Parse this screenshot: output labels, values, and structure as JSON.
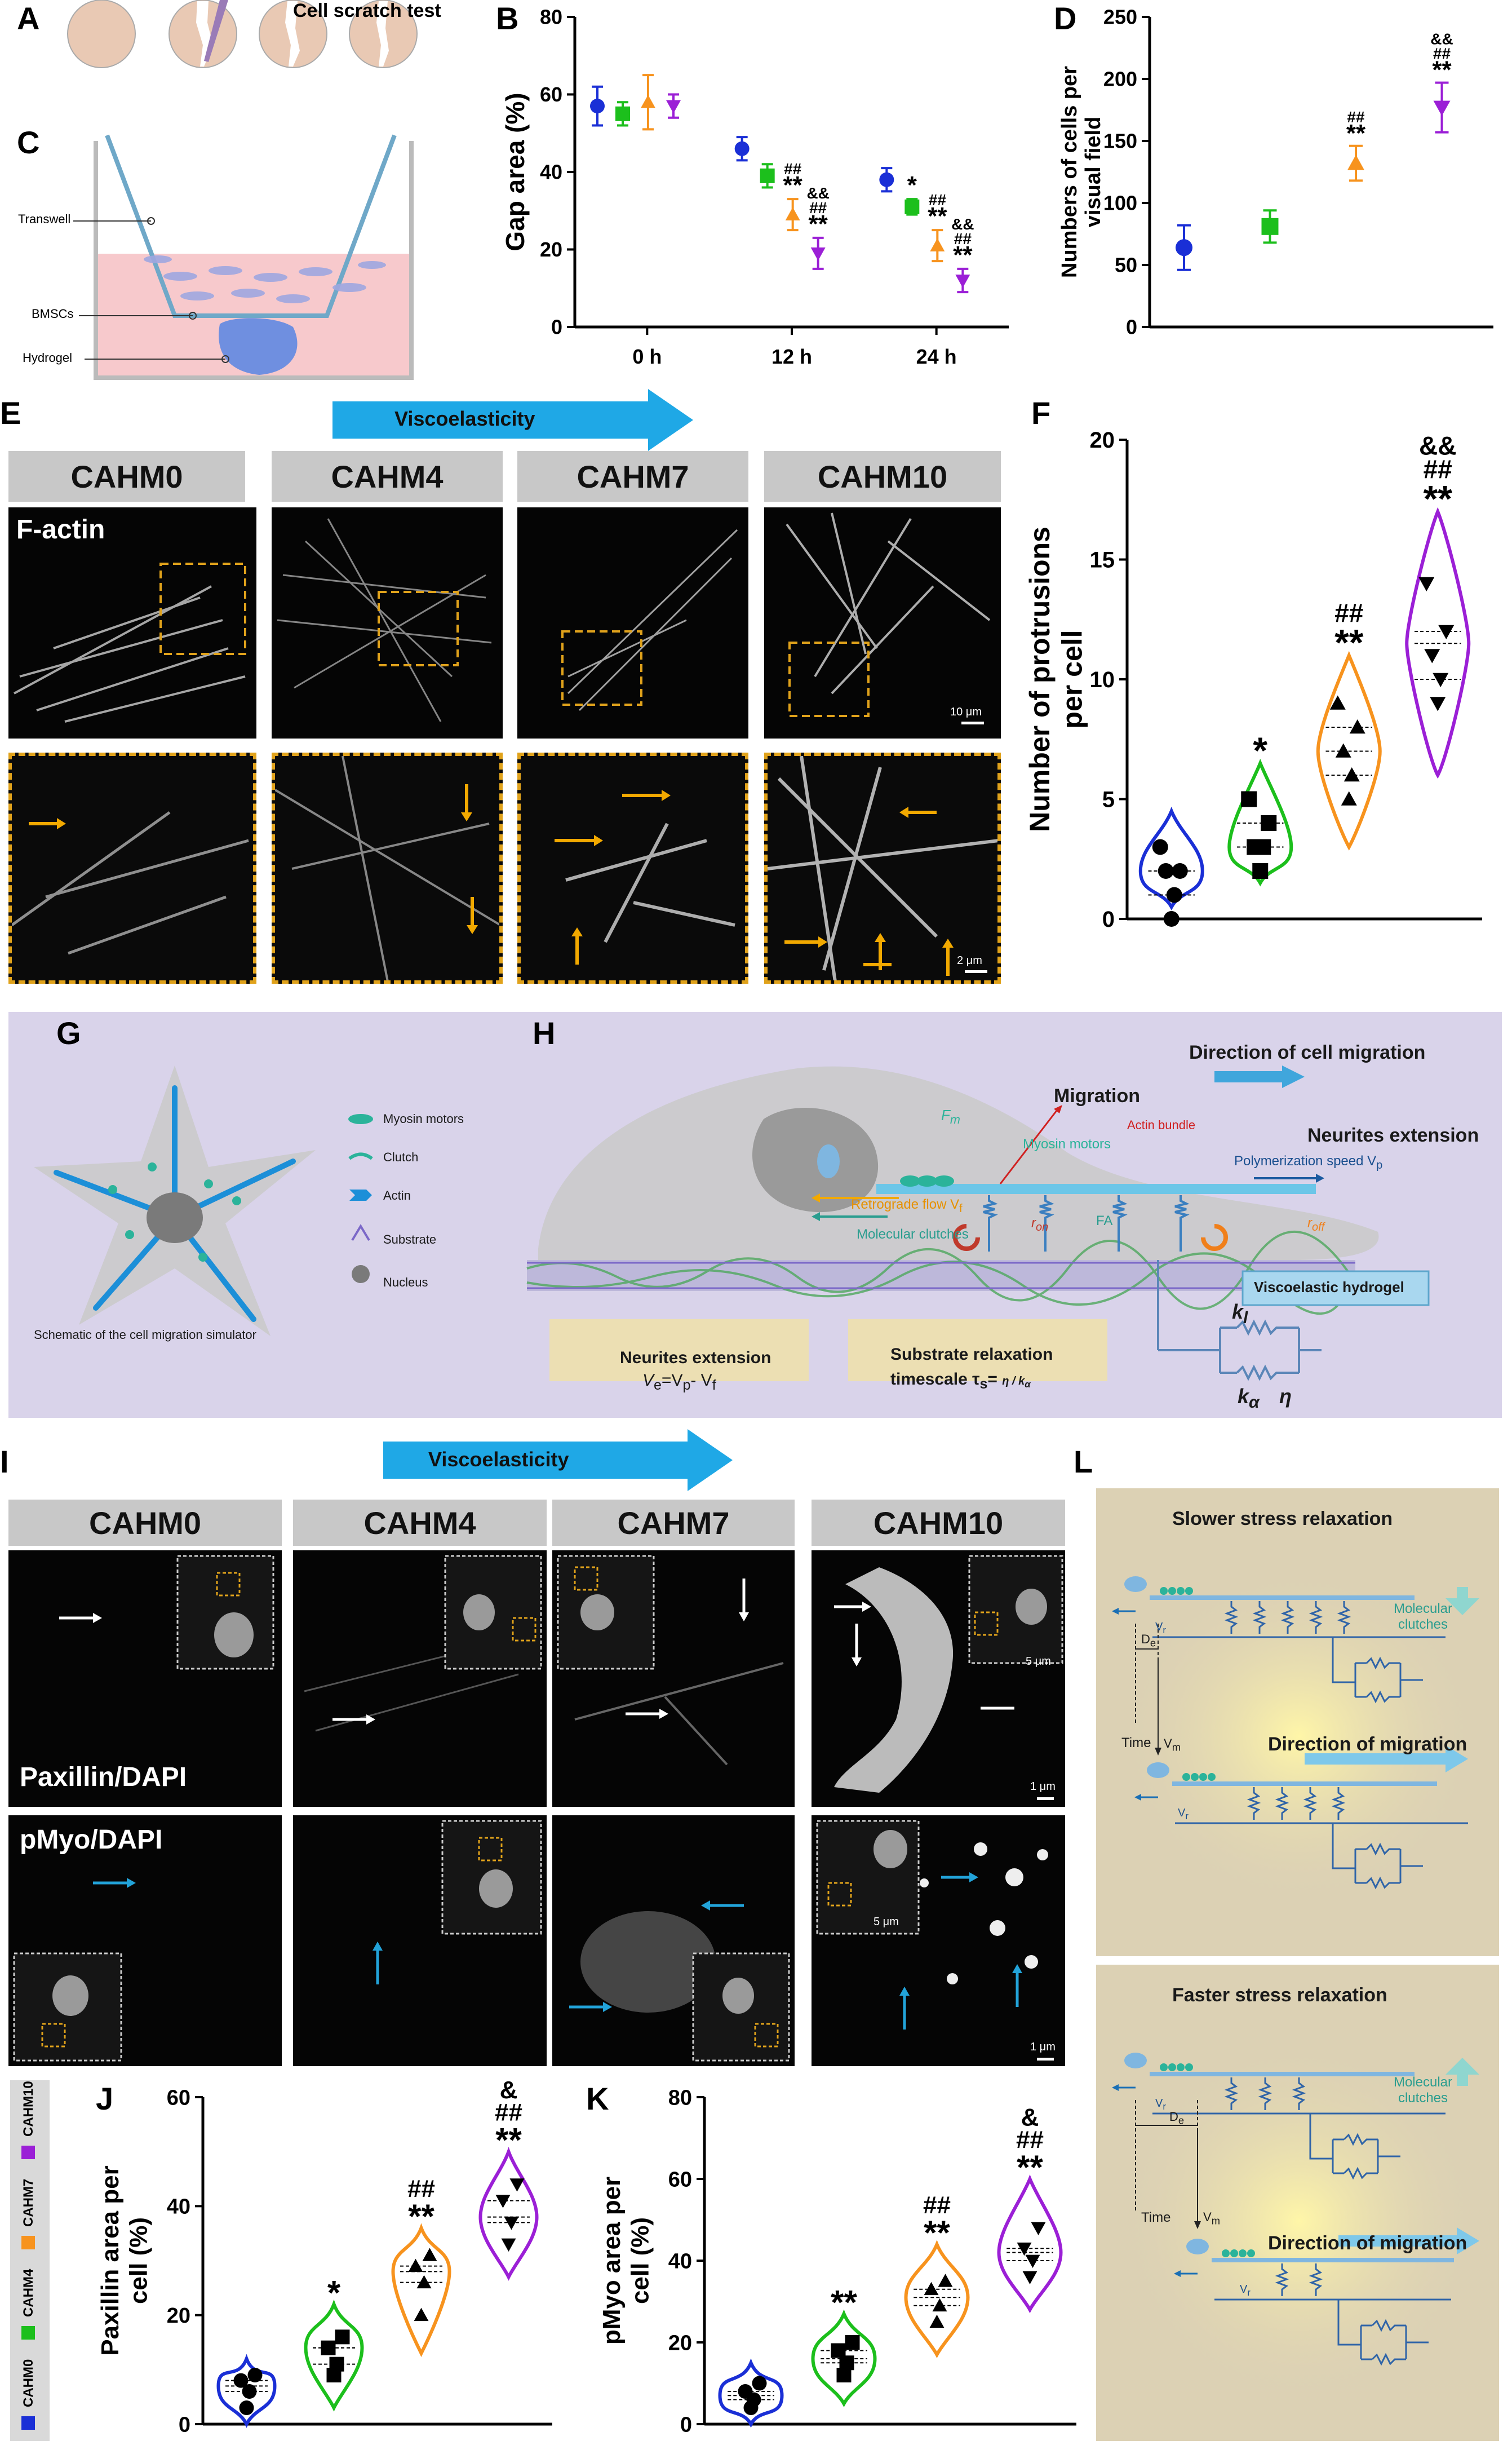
{
  "panels": {
    "A": "A",
    "B": "B",
    "C": "C",
    "D": "D",
    "E": "E",
    "F": "F",
    "G": "G",
    "H": "H",
    "I": "I",
    "J": "J",
    "K": "K",
    "L": "L"
  },
  "panelA": {
    "title": "Cell scratch test"
  },
  "panelC": {
    "labels": [
      "Transwell",
      "BMSCs",
      "Hydrogel"
    ]
  },
  "groups": [
    "CAHM0",
    "CAHM4",
    "CAHM7",
    "CAHM10"
  ],
  "colors": {
    "CAHM0": "#1a2fd6",
    "CAHM4": "#1cbf1c",
    "CAHM7": "#f7931e",
    "CAHM10": "#9b1fd6"
  },
  "panelE": {
    "banner": "Viscoelasticity",
    "stain": "F-actin",
    "scale_main": "10 μm",
    "scale_zoom": "2 μm"
  },
  "panelG": {
    "legend": [
      "Myosin motors",
      "Clutch",
      "Actin",
      "Substrate",
      "Nucleus"
    ],
    "caption": "Schematic of the cell migration simulator"
  },
  "panelH": {
    "direction": "Direction of cell migration",
    "migration": "Migration",
    "neurites": "Neurites extension",
    "polymerization": "Polymerization speed V",
    "polymerization_sub": "p",
    "actin_bundle": "Actin bundle",
    "myosin": "Myosin motors",
    "fm": "F",
    "fm_sub": "m",
    "retrograde": "Retrograde flow V",
    "retrograde_sub": "f",
    "clutches": "Molecular clutches",
    "fa": "FA",
    "ron": "r",
    "ron_sub": "on",
    "roff": "r",
    "roff_sub": "off",
    "hydrogel": "Viscoelastic hydrogel",
    "box1_title": "Neurites extension",
    "box1_eq": "V",
    "box1_eq_rest": "=V",
    "box1_eq_tail": "- V",
    "box2_title": "Substrate relaxation",
    "box2_eq": "timescale τ",
    "box2_eq_tail": "=",
    "kl": "k",
    "kl_sub": "l",
    "ka": "k",
    "ka_sub": "α",
    "eta": "η"
  },
  "panelI": {
    "banner": "Viscoelasticity",
    "stain1": "Paxillin/DAPI",
    "stain2": "pMyo/DAPI",
    "scale_inset": "5 μm",
    "scale_main": "1 μm"
  },
  "panelL": {
    "slow_title": "Slower stress relaxation",
    "fast_title": "Faster stress relaxation",
    "clutches": "Molecular clutches",
    "direction": "Direction of migration",
    "time": "Time",
    "de": "D",
    "vm": "V",
    "vr": "V"
  },
  "chart_data": [
    {
      "id": "B",
      "type": "scatter",
      "ylabel": "Gap area (%)",
      "categories": [
        "0 h",
        "12 h",
        "24 h"
      ],
      "ylim": [
        0,
        80
      ],
      "yticks": [
        0,
        20,
        40,
        60,
        80
      ],
      "series": [
        {
          "name": "CAHM0",
          "values": [
            57,
            46,
            38
          ],
          "err": [
            5,
            3,
            3
          ]
        },
        {
          "name": "CAHM4",
          "values": [
            55,
            39,
            31
          ],
          "err": [
            3,
            3,
            2
          ]
        },
        {
          "name": "CAHM7",
          "values": [
            58,
            29,
            21
          ],
          "err": [
            7,
            4,
            4
          ]
        },
        {
          "name": "CAHM10",
          "values": [
            57,
            19,
            12
          ],
          "err": [
            3,
            4,
            3
          ]
        }
      ],
      "annotations": [
        {
          "cat": "12 h",
          "series": "CAHM7",
          "text": [
            "##",
            "**"
          ]
        },
        {
          "cat": "12 h",
          "series": "CAHM10",
          "text": [
            "&&",
            "##",
            "**"
          ]
        },
        {
          "cat": "24 h",
          "series": "CAHM4",
          "text": [
            "*"
          ]
        },
        {
          "cat": "24 h",
          "series": "CAHM7",
          "text": [
            "##",
            "**"
          ]
        },
        {
          "cat": "24 h",
          "series": "CAHM10",
          "text": [
            "&&",
            "##",
            "**"
          ]
        }
      ]
    },
    {
      "id": "D",
      "type": "scatter",
      "ylabel": "Numbers of  cells per visual field",
      "categories": [
        "CAHM0",
        "CAHM4",
        "CAHM7",
        "CAHM10"
      ],
      "ylim": [
        0,
        250
      ],
      "yticks": [
        0,
        50,
        100,
        150,
        200,
        250
      ],
      "values": [
        64,
        81,
        132,
        177
      ],
      "err": [
        18,
        13,
        14,
        20
      ],
      "annotations": [
        {
          "series": "CAHM7",
          "text": [
            "##",
            "**"
          ]
        },
        {
          "series": "CAHM10",
          "text": [
            "&&",
            "##",
            "**"
          ]
        }
      ]
    },
    {
      "id": "F",
      "type": "violin",
      "ylabel": "Number of protrusions per cell",
      "categories": [
        "CAHM0",
        "CAHM4",
        "CAHM7",
        "CAHM10"
      ],
      "ylim": [
        0,
        20
      ],
      "yticks": [
        0,
        5,
        10,
        15,
        20
      ],
      "points": [
        [
          0,
          1,
          2,
          2,
          3
        ],
        [
          2,
          3,
          3,
          4,
          5
        ],
        [
          5,
          6,
          7,
          8,
          9
        ],
        [
          9,
          10,
          11,
          12,
          14
        ]
      ],
      "ranges": [
        [
          0.5,
          4.5
        ],
        [
          1.5,
          6.5
        ],
        [
          3,
          11
        ],
        [
          6,
          17
        ]
      ],
      "median": [
        2,
        3,
        7,
        11.5
      ],
      "annotations": [
        [],
        [
          "*"
        ],
        [
          "##",
          "**"
        ],
        [
          "&&",
          "##",
          "**"
        ]
      ]
    },
    {
      "id": "J",
      "type": "violin",
      "ylabel": "Paxillin area per cell (%)",
      "categories": [
        "CAHM0",
        "CAHM4",
        "CAHM7",
        "CAHM10"
      ],
      "ylim": [
        0,
        60
      ],
      "yticks": [
        0,
        20,
        40,
        60
      ],
      "points": [
        [
          3,
          6,
          8,
          9
        ],
        [
          9,
          11,
          14,
          16
        ],
        [
          20,
          26,
          29,
          31
        ],
        [
          33,
          37,
          41,
          44
        ]
      ],
      "ranges": [
        [
          0,
          12
        ],
        [
          3,
          22
        ],
        [
          13,
          36
        ],
        [
          27,
          50
        ]
      ],
      "median": [
        7,
        14,
        28,
        38
      ],
      "annotations": [
        [],
        [
          "*"
        ],
        [
          "##",
          "**"
        ],
        [
          "&",
          "##",
          "**"
        ]
      ]
    },
    {
      "id": "K",
      "type": "violin",
      "ylabel": "pMyo area per cell (%)",
      "categories": [
        "CAHM0",
        "CAHM4",
        "CAHM7",
        "CAHM10"
      ],
      "ylim": [
        0,
        80
      ],
      "yticks": [
        0,
        20,
        40,
        60,
        80
      ],
      "points": [
        [
          4,
          6,
          8,
          10
        ],
        [
          12,
          15,
          18,
          20
        ],
        [
          25,
          29,
          33,
          35
        ],
        [
          36,
          40,
          43,
          48
        ]
      ],
      "ranges": [
        [
          0,
          15
        ],
        [
          5,
          27
        ],
        [
          17,
          44
        ],
        [
          28,
          60
        ]
      ],
      "median": [
        7,
        16,
        31,
        42
      ],
      "annotations": [
        [],
        [
          "**"
        ],
        [
          "##",
          "**"
        ],
        [
          "&",
          "##",
          "**"
        ]
      ]
    }
  ]
}
